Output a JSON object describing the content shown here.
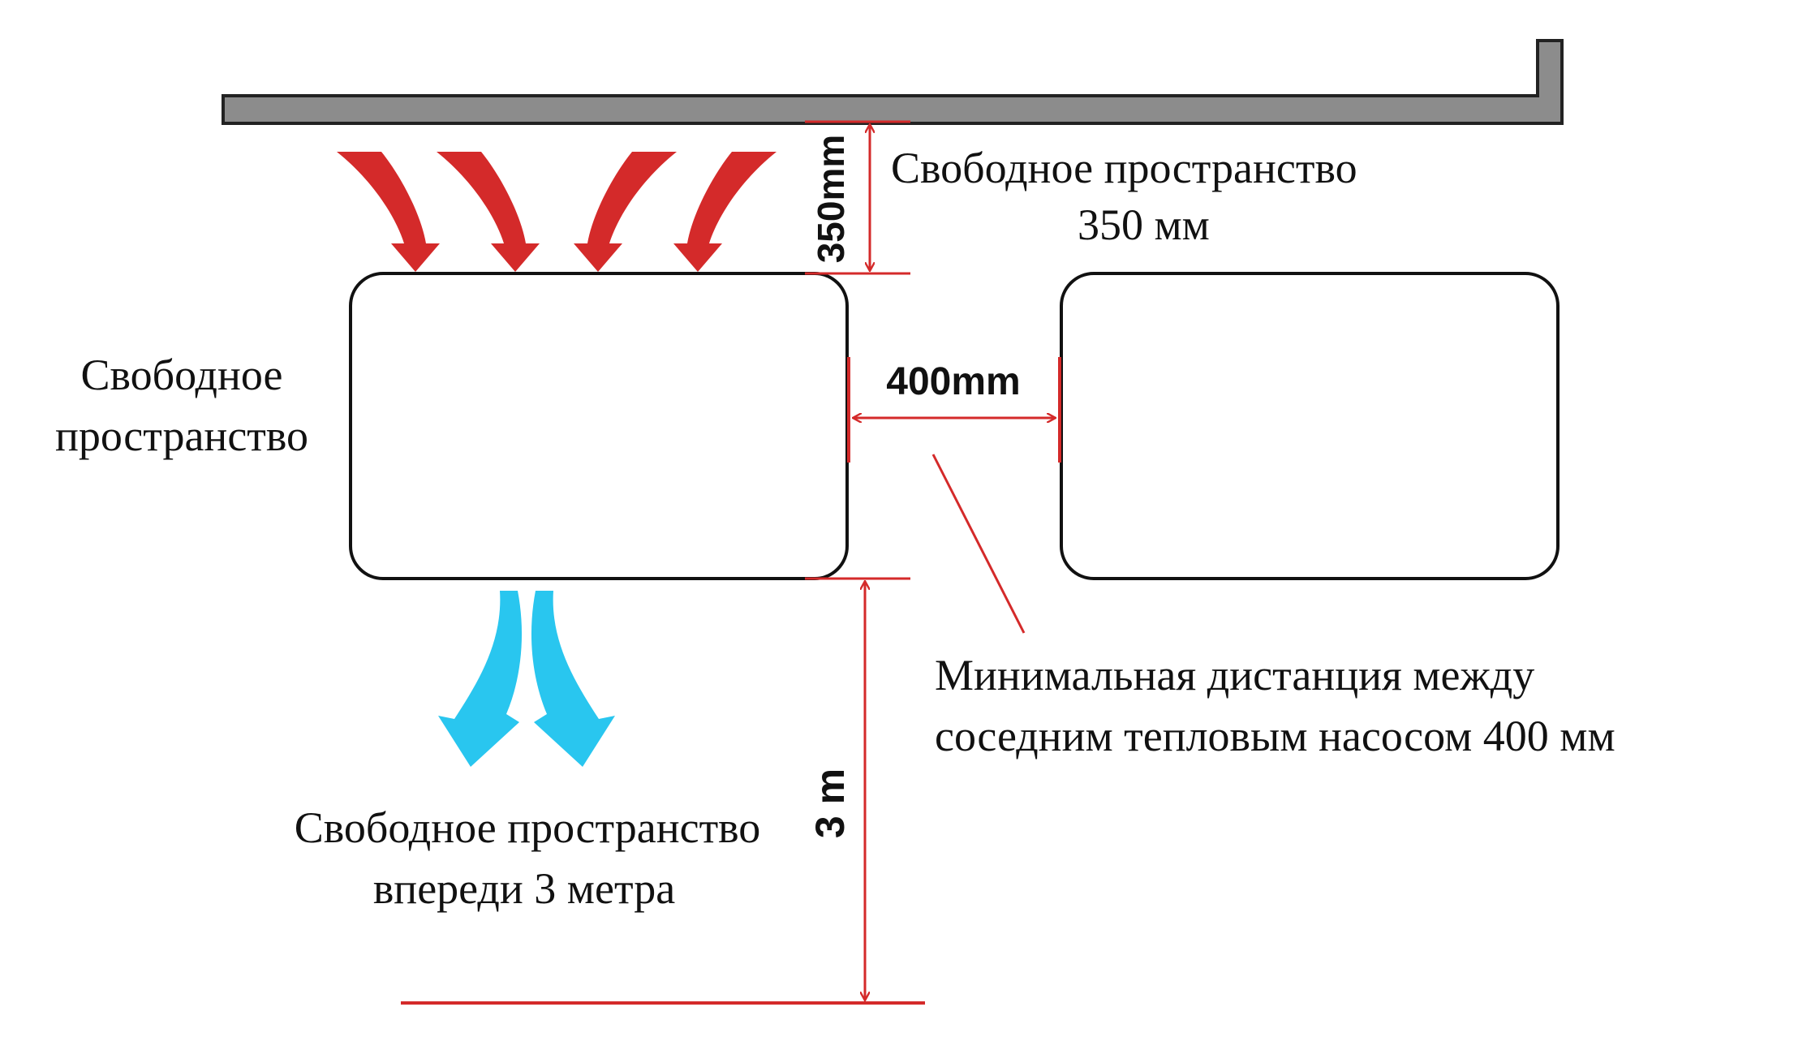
{
  "colors": {
    "wall": "#8c8c8c",
    "dimension": "#d42a2a",
    "intake_arrow": "#d42a2a",
    "exhaust_arrow": "#29c6ef",
    "unit_outline": "#111111"
  },
  "labels": {
    "top_clearance_value": "350mm",
    "top_clearance_line1": "Свободное пространство",
    "top_clearance_line2": "350 мм",
    "side_space_line1": "Свободное",
    "side_space_line2": "пространство",
    "gap_value": "400mm",
    "min_distance_line1": "Минимальная дистанция между",
    "min_distance_line2": "соседним тепловым насосом 400 мм",
    "front_space_line1": "Свободное пространство",
    "front_space_line2": "впереди 3 метра",
    "front_clearance_value": "3 m"
  },
  "icons": {
    "intake": "curved-arrow-down-icon",
    "exhaust": "curved-arrow-out-icon"
  }
}
